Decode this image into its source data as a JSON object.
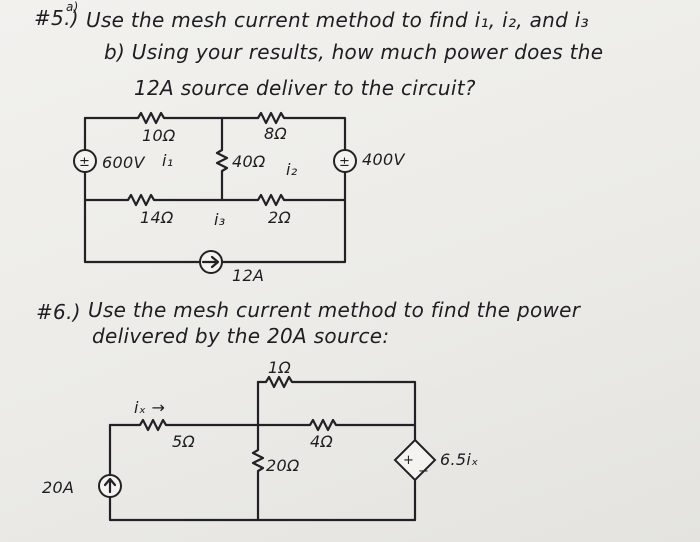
{
  "problem5": {
    "number": "#5.)",
    "part_a": "a)",
    "line1": "Use the mesh current method to find i₁, i₂, and i₃",
    "line2": "b) Using your results, how much power does the",
    "line3": "12A source deliver to the circuit?",
    "circuit": {
      "r1": "10Ω",
      "r2": "8Ω",
      "r3": "40Ω",
      "r4": "14Ω",
      "r5": "2Ω",
      "v1": "600V",
      "v2": "400V",
      "i1": "i₁",
      "i2": "i₂",
      "i3": "i₃",
      "current_source": "12A"
    }
  },
  "problem6": {
    "number": "#6.)",
    "line1": "Use the mesh current method to find the power",
    "line2": "delivered by the 20A source:",
    "circuit": {
      "r1": "1Ω",
      "r2": "5Ω",
      "r3": "4Ω",
      "r4": "20Ω",
      "ix": "iₓ →",
      "dep_source": "6.5iₓ",
      "current_source": "20A"
    }
  }
}
